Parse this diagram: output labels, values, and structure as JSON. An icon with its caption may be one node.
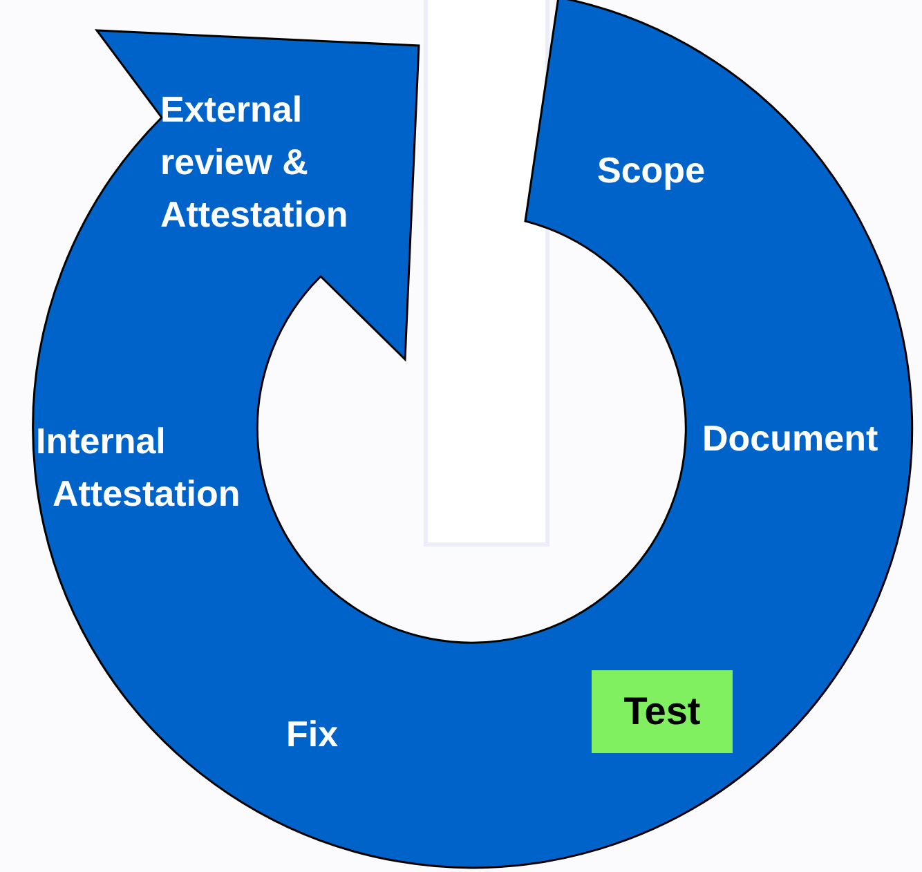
{
  "diagram": {
    "nodes": [
      {
        "text": [
          "External review & Attestation",
          "Scope",
          "Document",
          "Internal Attestation",
          "Fix"
        ]
      },
      {
        "text": [
          "Test"
        ],
        "in": 0
      }
    ]
  }
}
